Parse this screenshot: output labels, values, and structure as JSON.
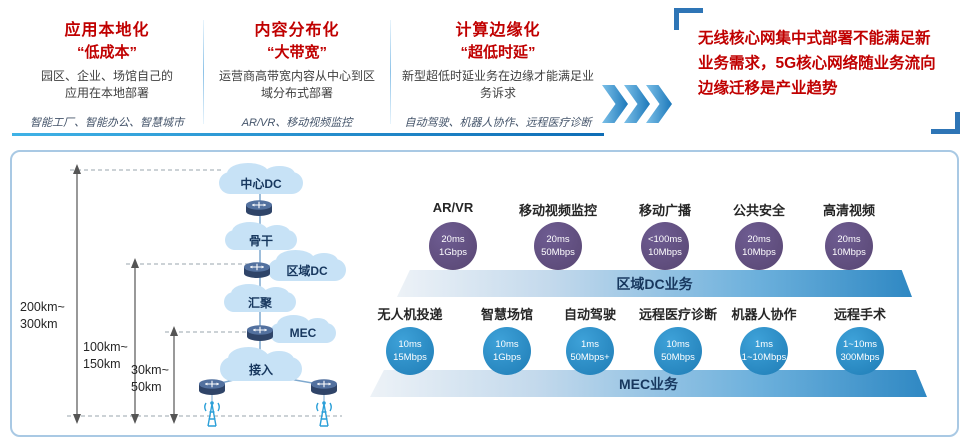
{
  "palette": {
    "accent_red": "#c00000",
    "accent_blue": "#2e75b6",
    "bubble_purple": "#584672",
    "bubble_blue": "#1f7cb5",
    "cloud_blue": "#c7e2f6"
  },
  "header": {
    "pillars": [
      {
        "title": "应用本地化",
        "quote": "“低成本”",
        "desc": "园区、企业、场馆自己的应用在本地部署",
        "examples": "智能工厂、智能办公、智慧城市"
      },
      {
        "title": "内容分布化",
        "quote": "“大带宽”",
        "desc": "运营商高带宽内容从中心到区域分布式部署",
        "examples": "AR/VR、移动视频监控"
      },
      {
        "title": "计算边缘化",
        "quote": "“超低时延”",
        "desc": "新型超低时延业务在边缘才能满足业务诉求",
        "examples": "自动驾驶、机器人协作、远程医疗诊断"
      }
    ],
    "callout": "无线核心网集中式部署不能满足新业务需求，5G核心网络随业务流向边缘迁移是产业趋势"
  },
  "topology": {
    "levels": {
      "center_dc": "中心DC",
      "backbone": "骨干",
      "regional_dc": "区域DC",
      "aggregation": "汇聚",
      "mec": "MEC",
      "access": "接入"
    },
    "distances": [
      "200km~\n300km",
      "100km~\n150km",
      "30km~\n50km"
    ]
  },
  "dc_row": {
    "bar_label": "区域DC业务",
    "services": [
      {
        "name": "AR/VR",
        "latency": "20ms",
        "bandwidth": "1Gbps"
      },
      {
        "name": "移动视频监控",
        "latency": "20ms",
        "bandwidth": "50Mbps"
      },
      {
        "name": "移动广播",
        "latency": "<100ms",
        "bandwidth": "10Mbps"
      },
      {
        "name": "公共安全",
        "latency": "20ms",
        "bandwidth": "10Mbps"
      },
      {
        "name": "高清视频",
        "latency": "20ms",
        "bandwidth": "10Mbps"
      }
    ]
  },
  "mec_row": {
    "bar_label": "MEC业务",
    "services": [
      {
        "name": "无人机投递",
        "latency": "10ms",
        "bandwidth": "15Mbps"
      },
      {
        "name": "智慧场馆",
        "latency": "10ms",
        "bandwidth": "1Gbps"
      },
      {
        "name": "自动驾驶",
        "latency": "1ms",
        "bandwidth": "50Mbps+"
      },
      {
        "name": "远程医疗诊断",
        "latency": "10ms",
        "bandwidth": "50Mbps"
      },
      {
        "name": "机器人协作",
        "latency": "1ms",
        "bandwidth": "1~10Mbps"
      },
      {
        "name": "远程手术",
        "latency": "1~10ms",
        "bandwidth": "300Mbps"
      }
    ]
  }
}
